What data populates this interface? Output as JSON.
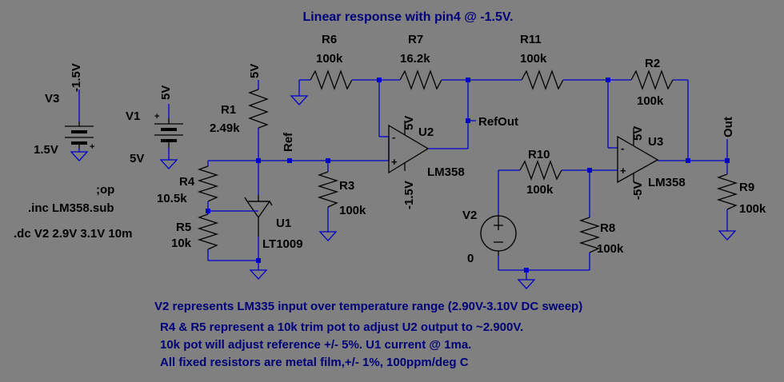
{
  "title": "Linear response with pin4 @ -1.5V.",
  "colors": {
    "background": "#808080",
    "wire": "#0000c8",
    "note_text": "#00007a",
    "component": "#000000"
  },
  "directives": {
    "op": ";op",
    "inc": ".inc LM358.sub",
    "dc": ".dc V2 2.9V 3.1V 10m"
  },
  "sources": {
    "V3": {
      "name": "V3",
      "top": "-1.5V",
      "value": "1.5V"
    },
    "V1": {
      "name": "V1",
      "top": "5V",
      "value": "5V"
    },
    "V2": {
      "name": "V2",
      "value": "0"
    }
  },
  "resistors": {
    "R1": {
      "name": "R1",
      "value": "2.49k"
    },
    "R2": {
      "name": "R2",
      "value": "100k"
    },
    "R3": {
      "name": "R3",
      "value": "100k"
    },
    "R4": {
      "name": "R4",
      "value": "10.5k"
    },
    "R5": {
      "name": "R5",
      "value": "10k"
    },
    "R6": {
      "name": "R6",
      "value": "100k"
    },
    "R7": {
      "name": "R7",
      "value": "16.2k"
    },
    "R8": {
      "name": "R8",
      "value": "100k"
    },
    "R9": {
      "name": "R9",
      "value": "100k"
    },
    "R10": {
      "name": "R10",
      "value": "100k"
    },
    "R11": {
      "name": "R11",
      "value": "100k"
    }
  },
  "parts": {
    "U1": {
      "name": "U1",
      "model": "LT1009"
    },
    "U2": {
      "name": "U2",
      "model": "LM358",
      "vpos": "5V",
      "vneg": "-1.5V"
    },
    "U3": {
      "name": "U3",
      "model": "LM358",
      "vpos": "5V",
      "vneg": "-5V"
    }
  },
  "net_labels": {
    "vcc": "5V",
    "ref": "Ref",
    "refout": "RefOut",
    "out": "Out"
  },
  "opamp_pins": {
    "plus": "+",
    "minus": "-"
  },
  "notes": [
    "V2 represents LM335 input over temperature range (2.90V-3.10V DC sweep)",
    "R4 & R5 represent a 10k trim pot to adjust U2 output to ~2.900V.",
    "10k pot will adjust reference +/- 5%. U1 current @ 1ma.",
    "All fixed resistors are metal film,+/- 1%, 100ppm/deg C"
  ]
}
